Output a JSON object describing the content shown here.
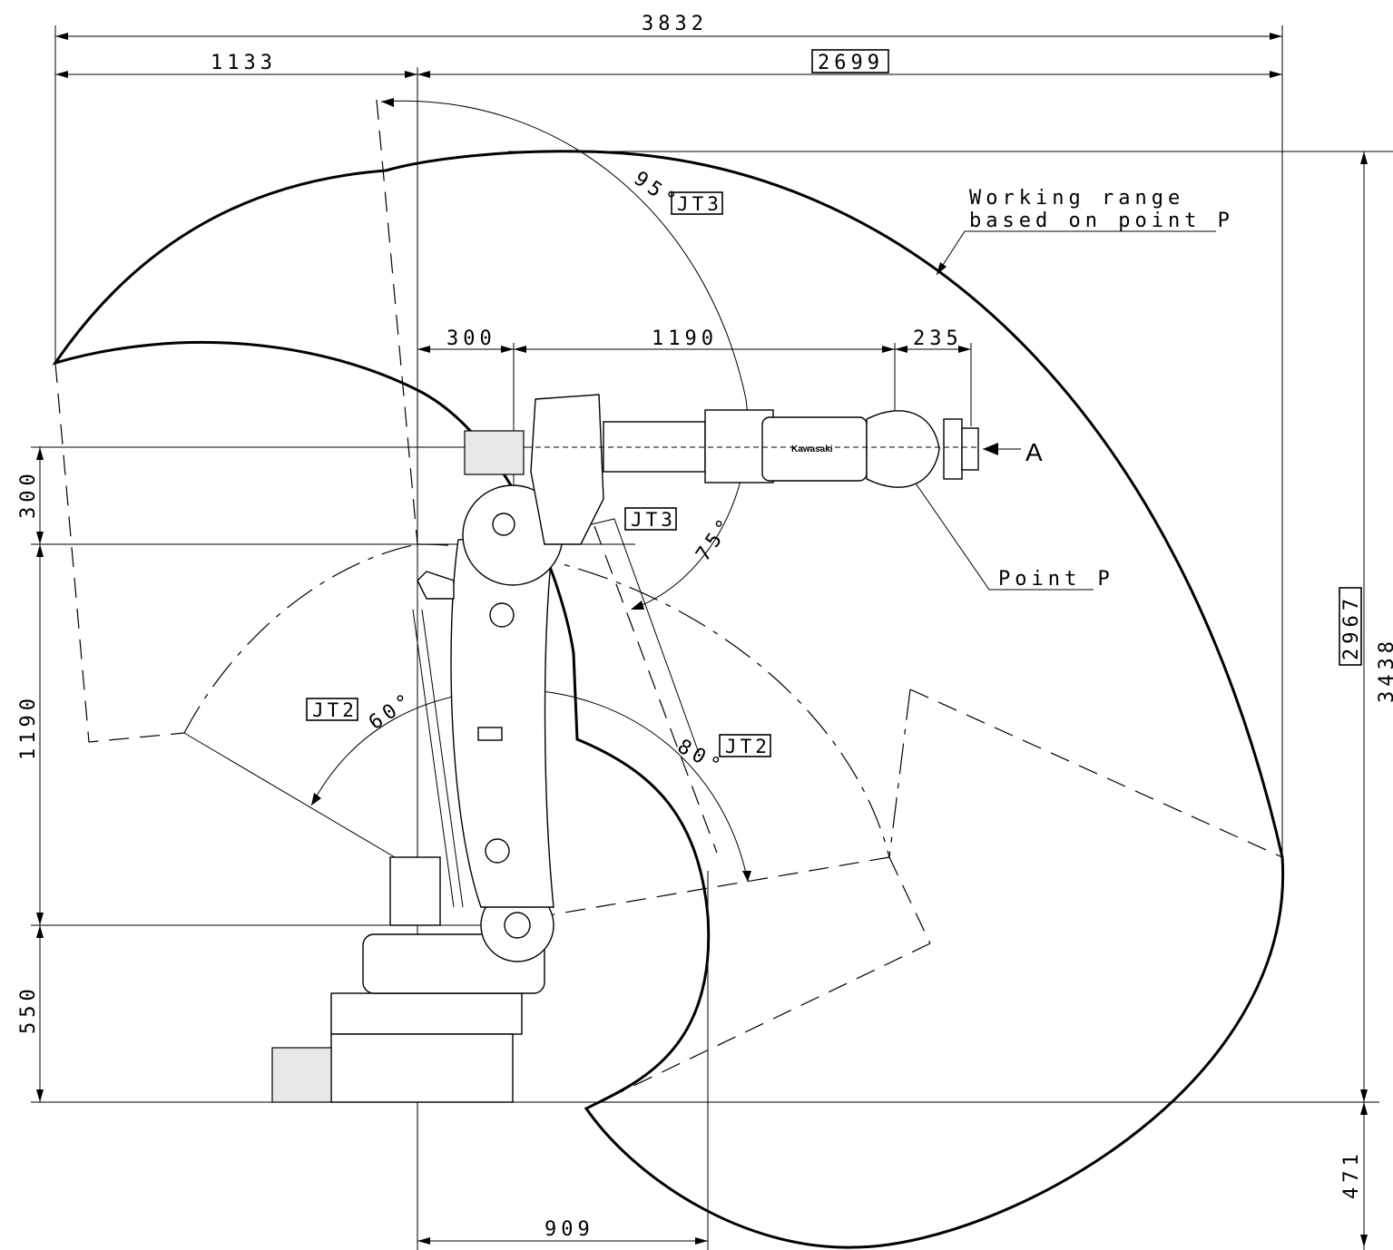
{
  "dimensions": {
    "overall_width": "3832",
    "rear_reach": "1133",
    "front_reach": "2699",
    "arm_offset": "300",
    "arm_length": "1190",
    "wrist_length": "235",
    "height_upper": "300",
    "height_middle": "1190",
    "height_base": "550",
    "top_height": "2967",
    "total_height": "3438",
    "below_floor": "471",
    "front_clearance": "909"
  },
  "axes": {
    "jt3_upper_label": "JT3",
    "jt3_upper_angle": "95°",
    "jt3_lower_label": "JT3",
    "jt3_lower_angle": "75°",
    "jt2_left_label": "JT2",
    "jt2_left_angle": "60°",
    "jt2_right_label": "JT2",
    "jt2_right_angle": "80°"
  },
  "annotations": {
    "working_range_line1": "Working range",
    "working_range_line2": "based on point P",
    "point_p": "Point P",
    "view_a": "A",
    "logo_text": "Kawasaki"
  }
}
